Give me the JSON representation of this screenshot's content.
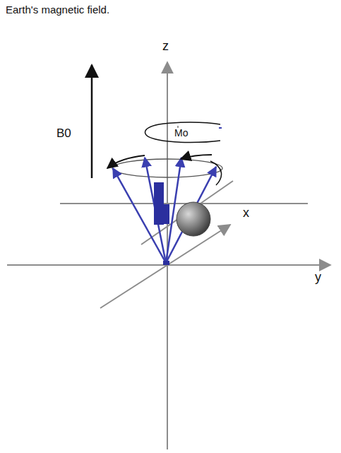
{
  "diagram": {
    "title": "Earth's magnetic field.",
    "labels": [
      "z",
      "B0",
      "Mo",
      "x",
      "y"
    ]
  }
}
